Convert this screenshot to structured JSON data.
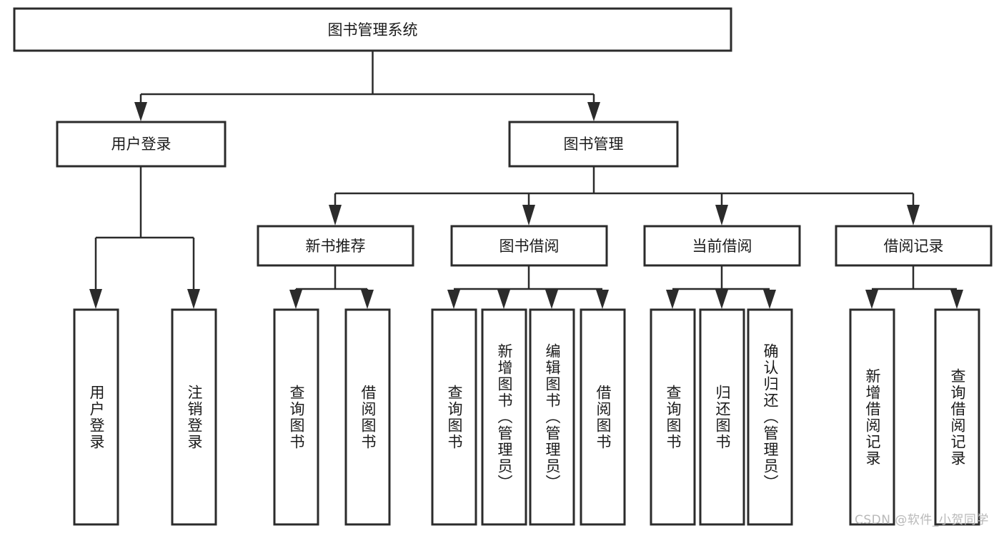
{
  "diagram": {
    "title": "图书管理系统",
    "type": "tree-hierarchy-diagram",
    "colors": {
      "box_stroke": "#2b2b2b",
      "box_fill": "#ffffff",
      "connector": "#2b2b2b",
      "text": "#1b1b1b",
      "background": "#ffffff",
      "watermark": "#b9b9b9"
    },
    "nodes": {
      "root": "图书管理系统",
      "level2": {
        "user_login": "用户登录",
        "book_manage": "图书管理"
      },
      "level3": {
        "new_book_recommend": "新书推荐",
        "book_borrow": "图书借阅",
        "current_borrow": "当前借阅",
        "borrow_record": "借阅记录"
      },
      "leaves": {
        "user_login_1": "用户登录",
        "user_login_2": "注销登录",
        "recommend_1": "查询图书",
        "recommend_2": "借阅图书",
        "borrow_1": "查询图书",
        "borrow_2": "新增图书（管理员）",
        "borrow_3": "编辑图书（管理员）",
        "borrow_4": "借阅图书",
        "current_1": "查询图书",
        "current_2": "归还图书",
        "current_3": "确认归还（管理员）",
        "record_1": "新增借阅记录",
        "record_2": "查询借阅记录"
      }
    }
  },
  "watermark": {
    "text": "CSDN @软件_小贺同学"
  }
}
